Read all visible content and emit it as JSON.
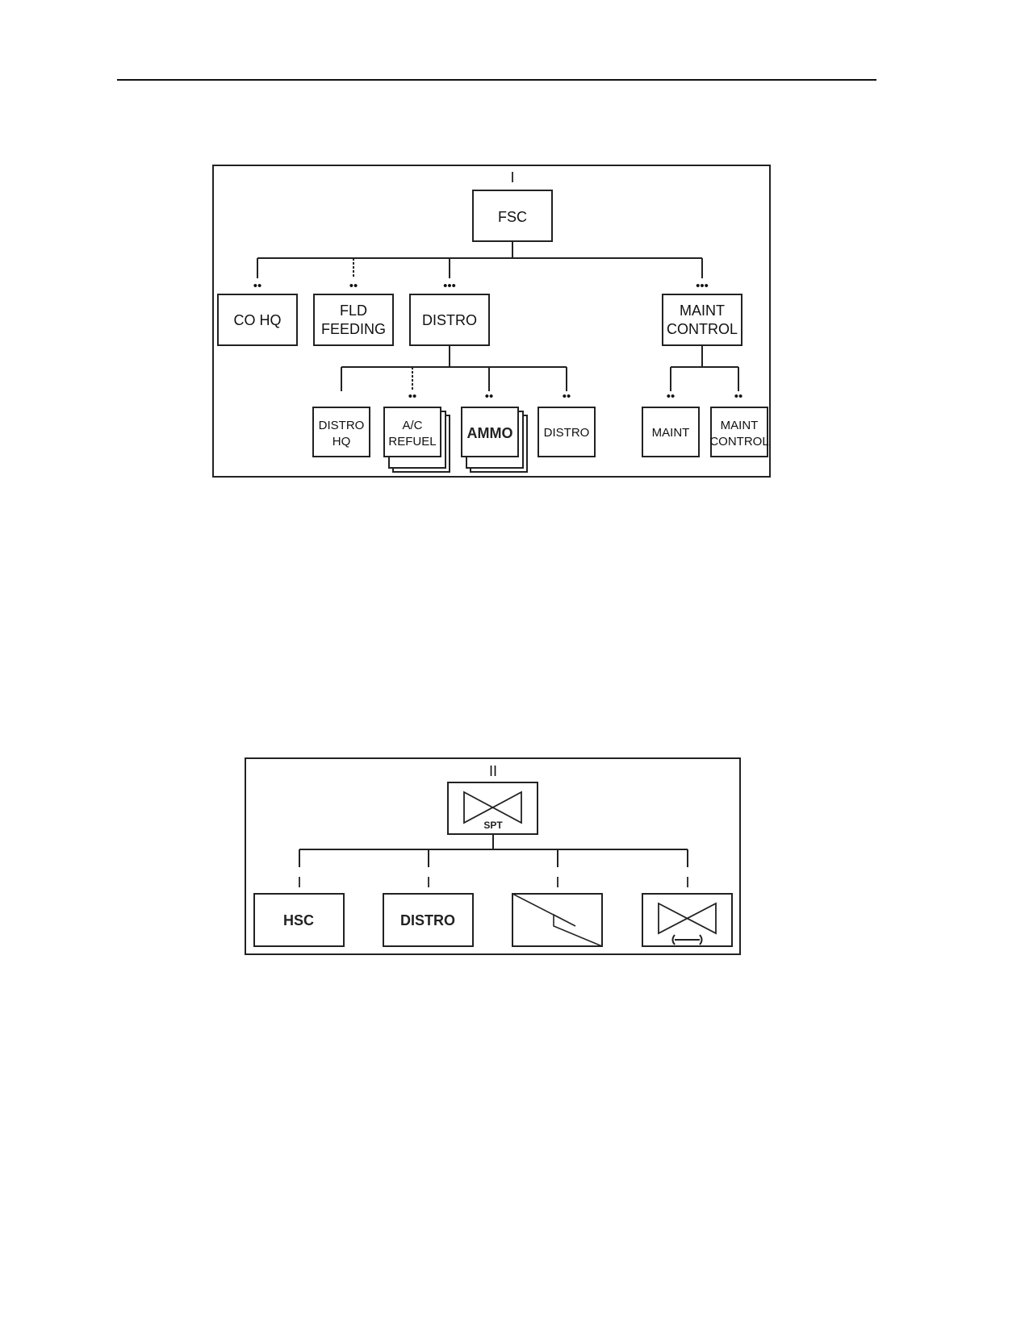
{
  "diagram1": {
    "root": {
      "label": "FSC",
      "echelon": "I"
    },
    "level1": [
      {
        "label1": "CO HQ",
        "echelon": "••"
      },
      {
        "label1": "FLD",
        "label2": "FEEDING",
        "echelon": "••"
      },
      {
        "label1": "DISTRO",
        "echelon": "•••"
      },
      {
        "label1": "MAINT",
        "label2": "CONTROL",
        "echelon": "•••"
      }
    ],
    "distro_children": [
      {
        "label1": "DISTRO",
        "label2": "HQ"
      },
      {
        "label1": "A/C",
        "label2": "REFUEL",
        "echelon": "••"
      },
      {
        "label1": "AMMO",
        "echelon": "••"
      },
      {
        "label1": "DISTRO",
        "echelon": "••"
      }
    ],
    "maint_children": [
      {
        "label1": "MAINT",
        "echelon": "••"
      },
      {
        "label1": "MAINT",
        "label2": "CONTROL",
        "echelon": "••"
      }
    ]
  },
  "diagram2": {
    "root": {
      "label": "SPT",
      "echelon": "II",
      "icon": "support-battalion-symbol"
    },
    "children": [
      {
        "label": "HSC",
        "echelon": "I"
      },
      {
        "label": "DISTRO",
        "echelon": "I"
      },
      {
        "label": "",
        "echelon": "I",
        "icon": "signal-symbol"
      },
      {
        "label": "",
        "echelon": "I",
        "icon": "maintenance-symbol"
      }
    ]
  }
}
